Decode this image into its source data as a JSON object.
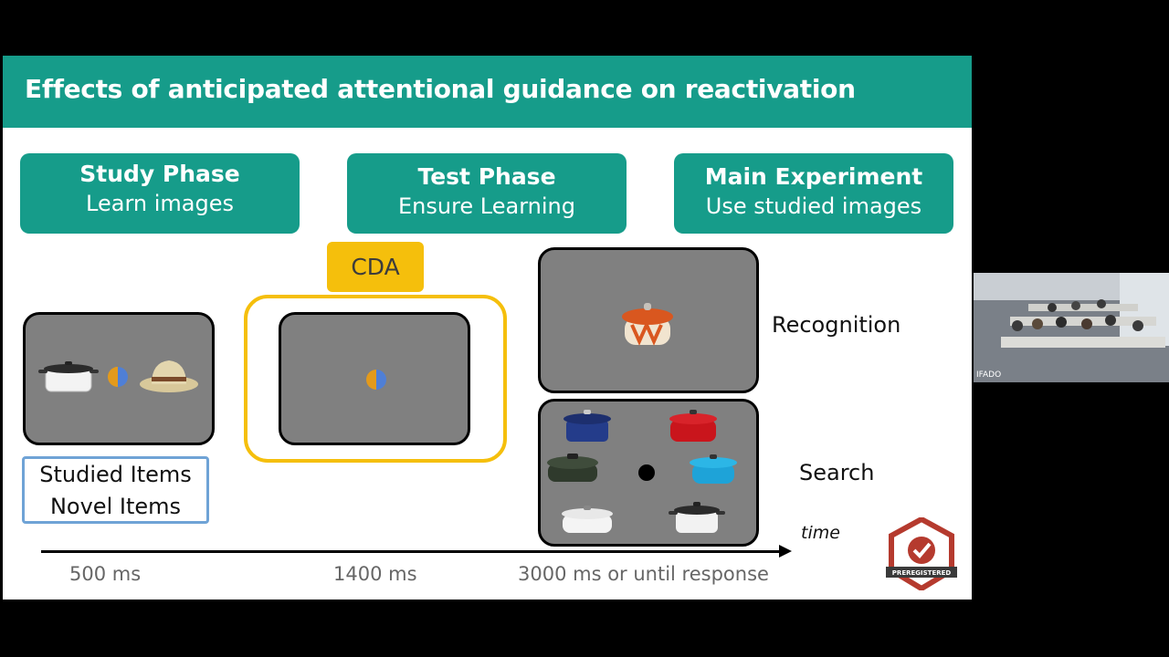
{
  "slide": {
    "title": "Effects of anticipated attentional guidance on reactivation",
    "phases": [
      {
        "title": "Study Phase",
        "subtitle": "Learn images"
      },
      {
        "title": "Test Phase",
        "subtitle": "Ensure Learning"
      },
      {
        "title": "Main Experiment",
        "subtitle": "Use studied images"
      }
    ],
    "cda_label": "CDA",
    "items_box": [
      "Studied Items",
      "Novel Items"
    ],
    "recognition_label": "Recognition",
    "search_label": "Search",
    "time_label": "time",
    "durations": [
      "500 ms",
      "1400 ms",
      "3000 ms or until response"
    ],
    "badge_text": "PREREGISTERED"
  },
  "video": {
    "participant_label": "IFADO"
  },
  "colors": {
    "teal": "#169c8a",
    "yellow": "#f5bf0c",
    "blue_border": "#6fa3d6"
  }
}
